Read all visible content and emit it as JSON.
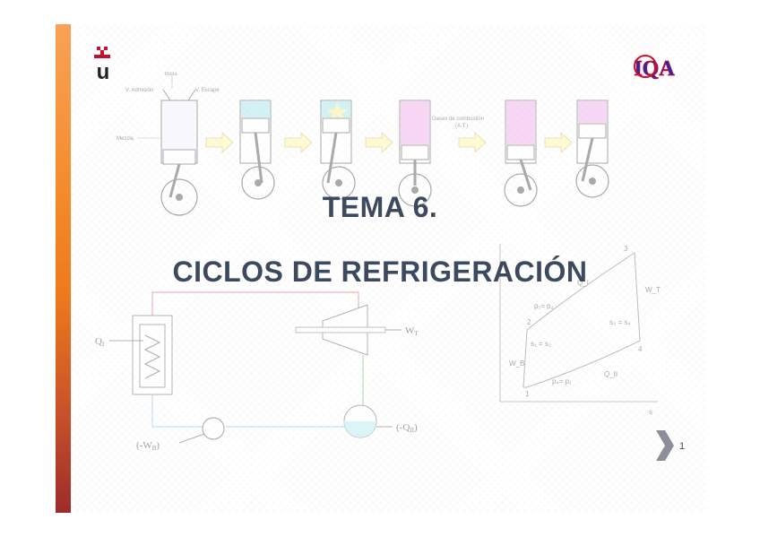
{
  "slide": {
    "title_line1": "TEMA 6.",
    "title_line2": "CICLOS DE REFRIGERACIÓN",
    "page_number": "1"
  },
  "logos": {
    "left": "u",
    "right": "IQA"
  },
  "engine_diagram": {
    "labels": {
      "bujia": "Bujía",
      "admision": "V. Admisión",
      "escape": "V. Escape",
      "mezcla": "Mezcla",
      "gases": "Gases de combustión",
      "gases_sub": "(A.T.)"
    }
  },
  "power_cycle": {
    "labels": {
      "qi": "Q",
      "qi_sub": "I",
      "wt": "W",
      "wt_sub": "T",
      "qii": "(-Q",
      "qii_sub": "II",
      "qii_end": ")",
      "wb": "(-W",
      "wb_sub": "B",
      "wb_end": ")"
    }
  },
  "ts_diagram": {
    "points": [
      "1",
      "2",
      "3",
      "4"
    ],
    "labels": {
      "p1p2": "p₁= p₂",
      "s3s4": "s₃ = s₄",
      "s1s2": "s₁ = s₂",
      "p4p1": "p₄= p₁",
      "wt": "W_T",
      "wb": "W_B",
      "qi": "Q_I",
      "qii": "Q_II",
      "xaxis": "s"
    }
  },
  "colors": {
    "stripe_top": "#f7a257",
    "stripe_bottom": "#9c2b2b",
    "title": "#3d4a5d",
    "arrow_fill": "#fff7b0",
    "chamber_cyan": "#aee8ef",
    "chamber_pink": "#f2b6f0"
  }
}
